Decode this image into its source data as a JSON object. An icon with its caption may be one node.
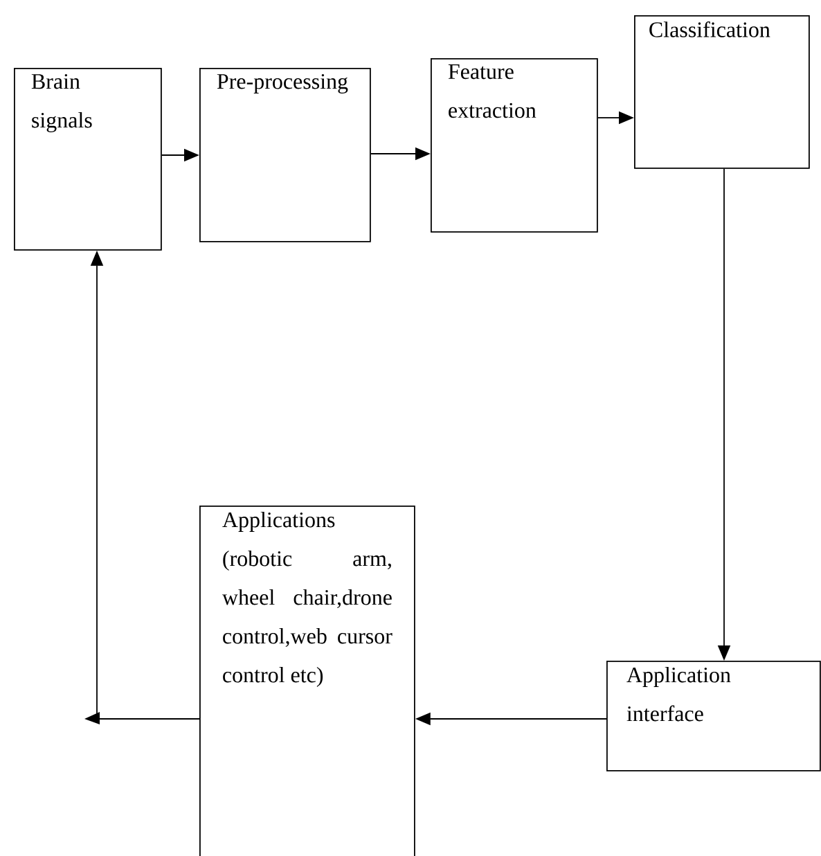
{
  "diagram": {
    "nodes": [
      {
        "text": [
          "Brain signals"
        ]
      },
      {
        "text": [
          "Pre-processing"
        ]
      },
      {
        "text": [
          "Feature extraction"
        ]
      },
      {
        "text": [
          "Classification"
        ]
      },
      {
        "text": [
          "Applications (robotic arm, wheel chair,drone control,web cursor control etc)"
        ]
      },
      {
        "text": [
          "Application interface"
        ]
      }
    ],
    "edges": [
      {
        "from": 0,
        "to": 1,
        "arrow": "to"
      },
      {
        "from": 1,
        "to": 2,
        "arrow": "to"
      },
      {
        "from": 2,
        "to": 3,
        "arrow": "to"
      },
      {
        "from": 3,
        "to": 5,
        "arrow": "to"
      },
      {
        "from": 5,
        "to": 4,
        "arrow": "to"
      },
      {
        "from": 4,
        "to": 0,
        "arrow": "to"
      }
    ]
  }
}
